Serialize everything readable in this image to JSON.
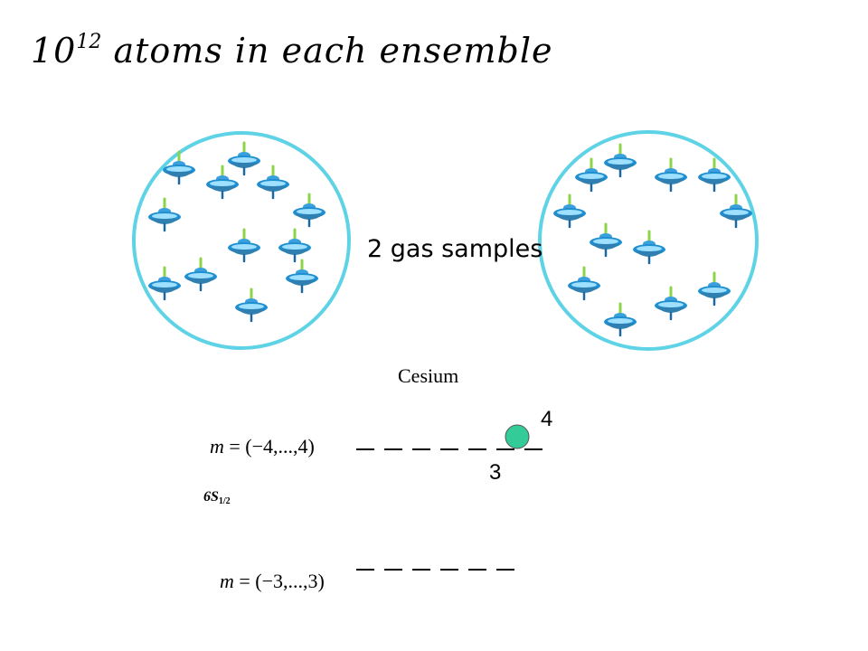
{
  "title": {
    "base": "10",
    "exponent": "12",
    "text": "atoms in each  ensemble"
  },
  "samples_label": "2 gas samples",
  "element_label": "Cesium",
  "upper_level": {
    "m_var": "m",
    "m_range": " = (−4,...,4)",
    "F_label": "4"
  },
  "lower_level": {
    "m_var": "m",
    "m_range": " = (−3,...,3)",
    "F_label": "3"
  },
  "state": {
    "name": "6S",
    "subscript": "1/2"
  },
  "colors": {
    "circle_stroke": "#5fd3e6",
    "atom_body": "#1f8fd0",
    "atom_highlight": "#9fe0ff",
    "atom_band": "#2f7fb0",
    "atom_stem": "#8bd448",
    "marker": "#33cc99",
    "level_line": "#000000"
  },
  "icons": {
    "atom": "spinning-top-icon",
    "marker": "circle-marker-icon"
  }
}
